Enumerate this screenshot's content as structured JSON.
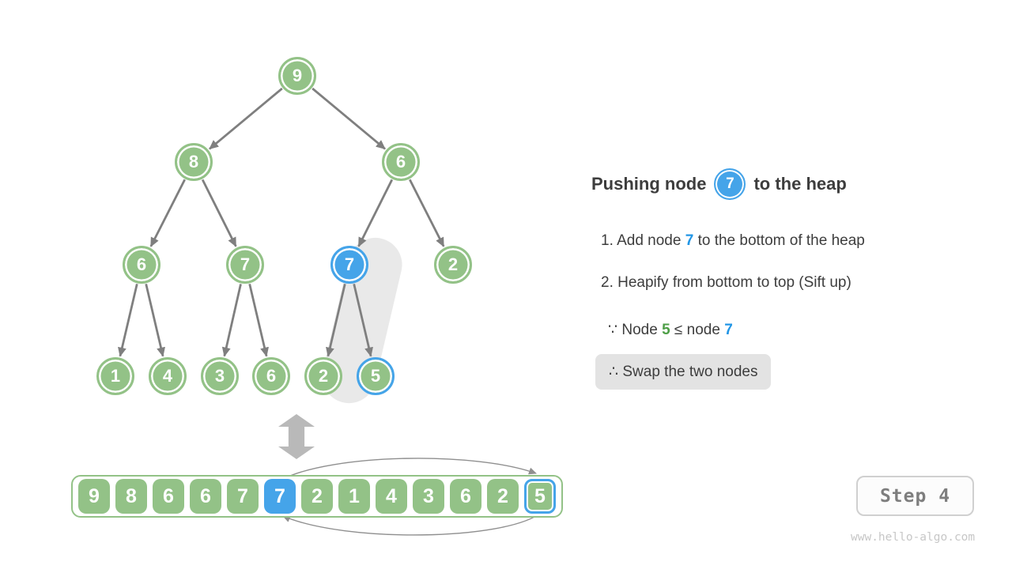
{
  "panel": {
    "title_prefix": "Pushing node",
    "title_badge": "7",
    "title_suffix": "to the heap",
    "step1_pre": "1. Add node ",
    "step1_highlight": "7",
    "step1_post": " to the bottom of the heap",
    "step2": "2. Heapify from bottom to top (Sift up)",
    "because_pre": "∵ Node ",
    "because_green": "5",
    "because_mid": " ≤ node ",
    "because_blue": "7",
    "therefore": "∴ Swap the two nodes"
  },
  "step_badge": "Step 4",
  "watermark": "www.hello-algo.com",
  "heap_tree": {
    "nodes": [
      {
        "value": "9",
        "style": "green"
      },
      {
        "value": "8",
        "style": "green"
      },
      {
        "value": "6",
        "style": "green"
      },
      {
        "value": "6",
        "style": "green"
      },
      {
        "value": "7",
        "style": "green"
      },
      {
        "value": "7",
        "style": "blue"
      },
      {
        "value": "2",
        "style": "green"
      },
      {
        "value": "1",
        "style": "green"
      },
      {
        "value": "4",
        "style": "green"
      },
      {
        "value": "3",
        "style": "green"
      },
      {
        "value": "6",
        "style": "green"
      },
      {
        "value": "2",
        "style": "green"
      },
      {
        "value": "5",
        "style": "green-blue-ring"
      }
    ],
    "edges": [
      [
        0,
        1
      ],
      [
        0,
        2
      ],
      [
        1,
        3
      ],
      [
        1,
        4
      ],
      [
        2,
        5
      ],
      [
        2,
        6
      ],
      [
        3,
        7
      ],
      [
        3,
        8
      ],
      [
        4,
        9
      ],
      [
        4,
        10
      ],
      [
        5,
        11
      ],
      [
        5,
        12
      ]
    ]
  },
  "heap_array": {
    "values": [
      "9",
      "8",
      "6",
      "6",
      "7",
      "7",
      "2",
      "1",
      "4",
      "3",
      "6",
      "2",
      "5"
    ],
    "styles": [
      "green",
      "green",
      "green",
      "green",
      "green",
      "blue",
      "green",
      "green",
      "green",
      "green",
      "green",
      "green",
      "green-blue-ring"
    ]
  },
  "colors": {
    "node_green": "#93C287",
    "node_blue": "#45A4E9",
    "text_blue": "#2196E6",
    "text_green": "#4D9E46",
    "edge_arrow": "#7F7F7F",
    "swap_arc": "#8F8F8F",
    "highlight_capsule": "#E9E9E9"
  }
}
